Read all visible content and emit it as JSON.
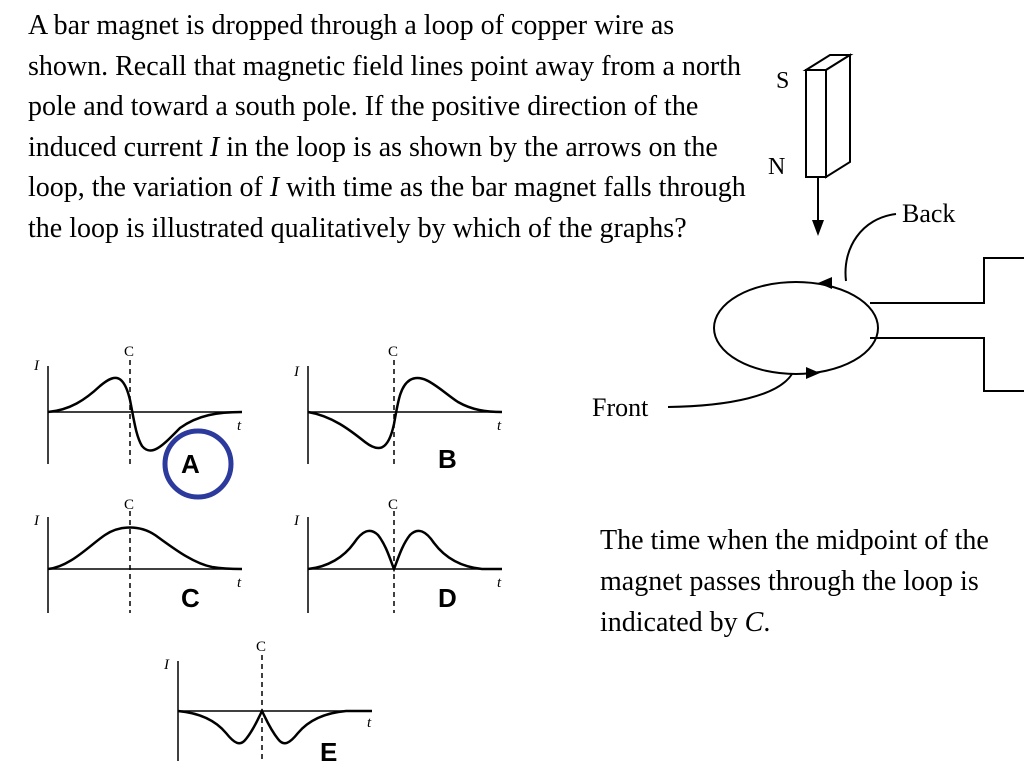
{
  "question": {
    "text_1": "A bar magnet is dropped through a loop of copper wire as shown. Recall that magnetic field lines point away from a north pole and toward a south pole.  If the positive direction of the induced current ",
    "var_1": "I",
    "text_2": " in the loop is as shown by the arrows on the loop, the variation of ",
    "var_2": "I",
    "text_3": " with time as the bar magnet falls through the loop is illustrated qualitatively by which of the graphs?"
  },
  "note": {
    "text_1": "The time when the midpoint of the magnet passes through the loop is indicated by ",
    "var": "C",
    "text_2": "."
  },
  "diagram": {
    "pole_s": "S",
    "pole_n": "N",
    "back_label": "Back",
    "front_label": "Front"
  },
  "graphs": [
    {
      "id": "A",
      "label": "A",
      "y_label": "I",
      "x_label": "t",
      "c_label": "C",
      "circled": true
    },
    {
      "id": "B",
      "label": "B",
      "y_label": "I",
      "x_label": "t",
      "c_label": "C",
      "circled": false
    },
    {
      "id": "C",
      "label": "C",
      "y_label": "I",
      "x_label": "t",
      "c_label": "C",
      "circled": false
    },
    {
      "id": "D",
      "label": "D",
      "y_label": "I",
      "x_label": "t",
      "c_label": "C",
      "circled": false
    },
    {
      "id": "E",
      "label": "E",
      "y_label": "I",
      "x_label": "t",
      "c_label": "C",
      "circled": false
    }
  ],
  "colors": {
    "answer_circle": "#2b3a9c",
    "ink": "#000000"
  }
}
